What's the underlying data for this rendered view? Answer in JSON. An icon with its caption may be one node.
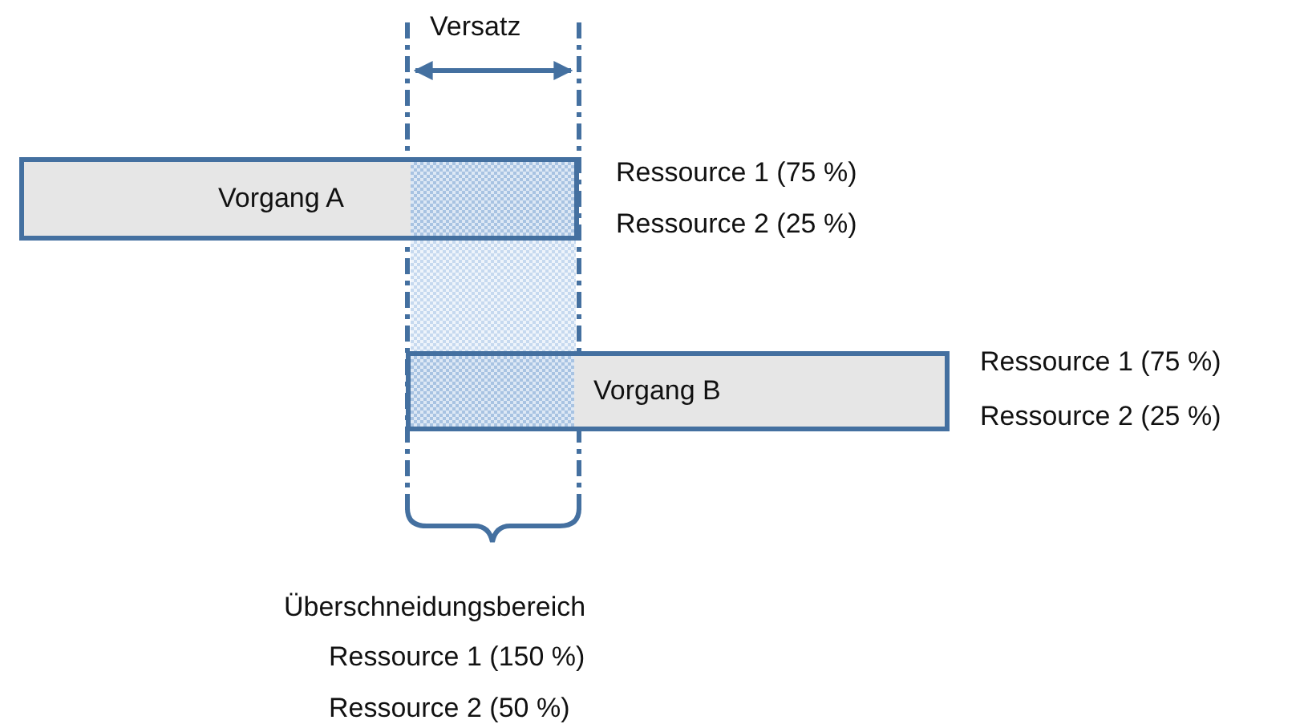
{
  "diagram": {
    "nodes": [
      {
        "text": [
          "Vorgang A"
        ],
        "beside": [
          "Ressource 1 (75 %)",
          "Ressource 2 (25 %)"
        ]
      },
      {
        "text": [],
        "shape": "box"
      },
      {
        "text": [
          "Vorgang B"
        ],
        "beside": [
          "Ressource 1 (75 %)",
          "Ressource 2 (25 %)"
        ]
      }
    ],
    "labels": [
      "Versatz",
      "Überschneidungsbereich",
      "Ressource 1 (150 %)",
      "Ressource 2 (50 %)"
    ]
  }
}
